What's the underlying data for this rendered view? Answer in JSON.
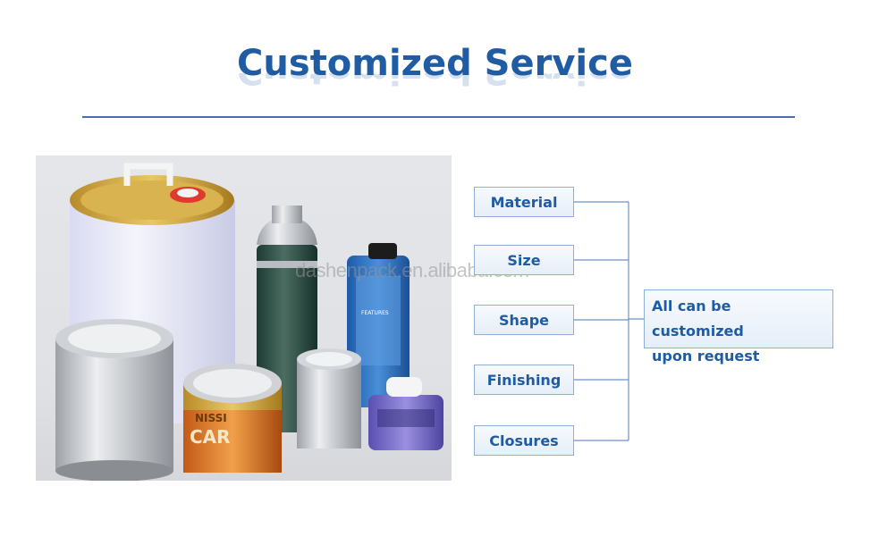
{
  "title": "Customized Service",
  "options": [
    {
      "label": "Material"
    },
    {
      "label": "Size"
    },
    {
      "label": "Shape"
    },
    {
      "label": "Finishing"
    },
    {
      "label": "Closures"
    }
  ],
  "result": {
    "line1": "All can be customized",
    "line2": "upon request"
  },
  "photo": {
    "can_label_1": "NISSI",
    "can_label_2": "CAR",
    "bottle_label": "FEATURES"
  },
  "watermark": "dashenpack.en.alibaba.com",
  "colors": {
    "brand_blue": "#1f5ca3",
    "rule": "#4a6fb0",
    "box_border": "#8fb0d6"
  }
}
